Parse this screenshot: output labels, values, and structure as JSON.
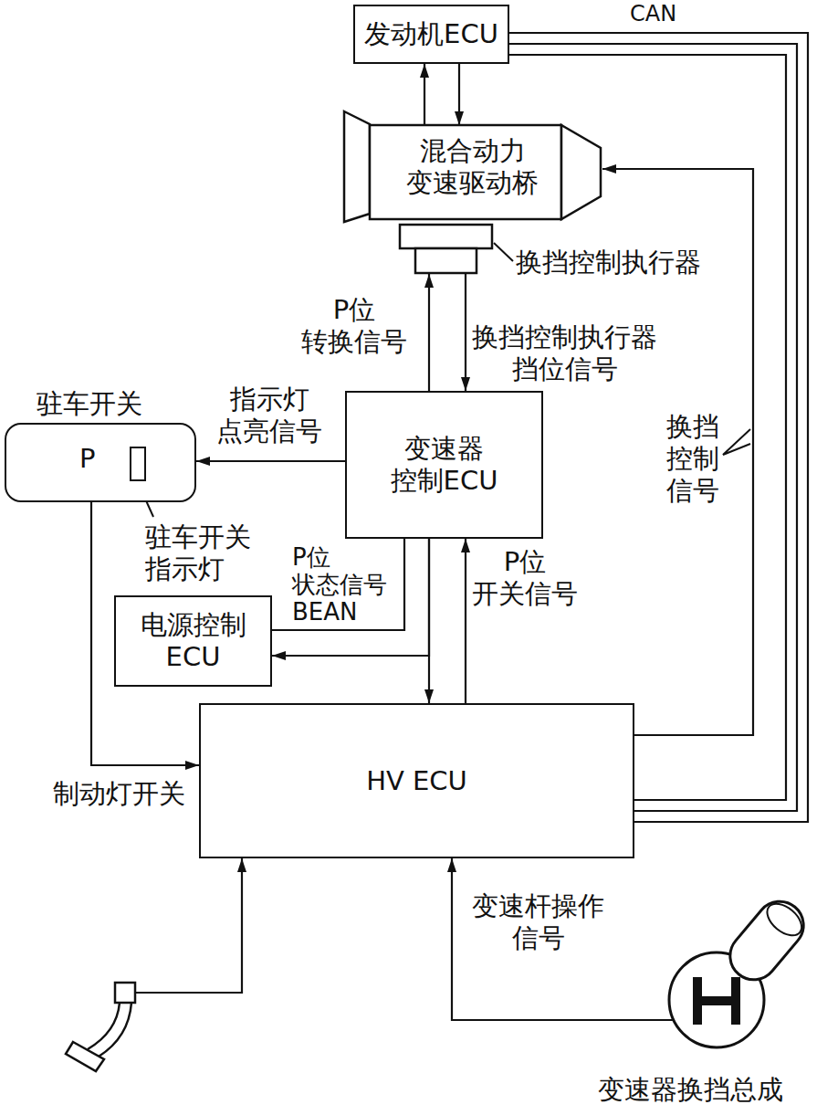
{
  "diagram": {
    "nodes": [
      {
        "text": [
          "发动机ECU"
        ]
      },
      {
        "text": [
          "混合动力 变速驱动桥"
        ]
      },
      {
        "text": [
          "换挡控制执行器"
        ]
      },
      {
        "text": [
          "变速器 控制ECU"
        ]
      },
      {
        "text": [
          "驻车开关",
          "P"
        ]
      },
      {
        "text": [
          "驻车开关 指示灯"
        ],
        "in": 4
      },
      {
        "text": [
          "电源控制 ECU"
        ]
      },
      {
        "text": [
          "HV ECU"
        ]
      },
      {
        "text": [
          "制动灯开关"
        ]
      },
      {
        "text": [
          "变速器换挡总成"
        ]
      }
    ],
    "edges": [
      {
        "from": 1,
        "to": 0,
        "arrow": "to"
      },
      {
        "from": 0,
        "to": 1,
        "arrow": "to"
      },
      {
        "from": 0,
        "to": 7,
        "label": "CAN",
        "arrow": "none"
      },
      {
        "from": 7,
        "to": 1,
        "label": "换挡 控制 信号",
        "arrow": "to"
      },
      {
        "from": 3,
        "to": 2,
        "label": "P位 转换信号",
        "arrow": "to"
      },
      {
        "from": 2,
        "to": 3,
        "label": "换挡控制执行器 挡位信号",
        "arrow": "to"
      },
      {
        "from": 3,
        "to": 4,
        "label": "指示灯 点亮信号",
        "arrow": "to"
      },
      {
        "from": 3,
        "to": 6,
        "label": "P位 状态信号 BEAN",
        "arrow": "none"
      },
      {
        "from": 3,
        "to": 6,
        "arrow": "to"
      },
      {
        "from": 3,
        "to": 7,
        "arrow": "to"
      },
      {
        "from": 7,
        "to": 3,
        "label": "P位 开关信号",
        "arrow": "to"
      },
      {
        "from": 4,
        "to": 7,
        "arrow": "to"
      },
      {
        "from": 8,
        "to": 7,
        "arrow": "to"
      },
      {
        "from": 9,
        "to": 7,
        "label": "变速杆操作 信号",
        "arrow": "to"
      }
    ]
  }
}
